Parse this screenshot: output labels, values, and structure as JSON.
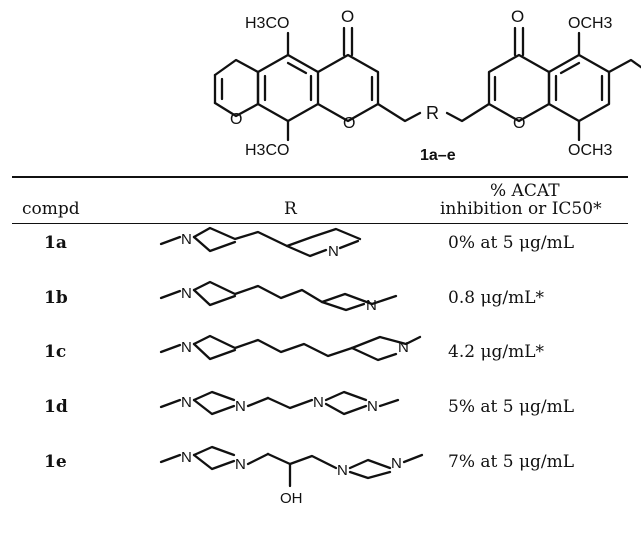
{
  "scaffold": {
    "substituents": {
      "left_top": "H3CO",
      "left_bottom": "H3CO",
      "right_top": "OCH3",
      "right_bottom": "OCH3",
      "carbonyl": "O",
      "ring_o": "O",
      "r_group": "R"
    },
    "label": "1a–e"
  },
  "table": {
    "headers": {
      "compound": "compd",
      "r": "R",
      "activity_line1": "% ACAT",
      "activity_line2": "inhibition or IC50*"
    },
    "rows": [
      {
        "compd": "1a",
        "activity": "0% at 5 μg/mL"
      },
      {
        "compd": "1b",
        "activity": "0.8 μg/mL*"
      },
      {
        "compd": "1c",
        "activity": "4.2 μg/mL*"
      },
      {
        "compd": "1d",
        "activity": "5% at 5 μg/mL"
      },
      {
        "compd": "1e",
        "activity": "7% at 5 μg/mL"
      }
    ]
  },
  "atom_labels": {
    "n": "N",
    "oh": "OH"
  }
}
